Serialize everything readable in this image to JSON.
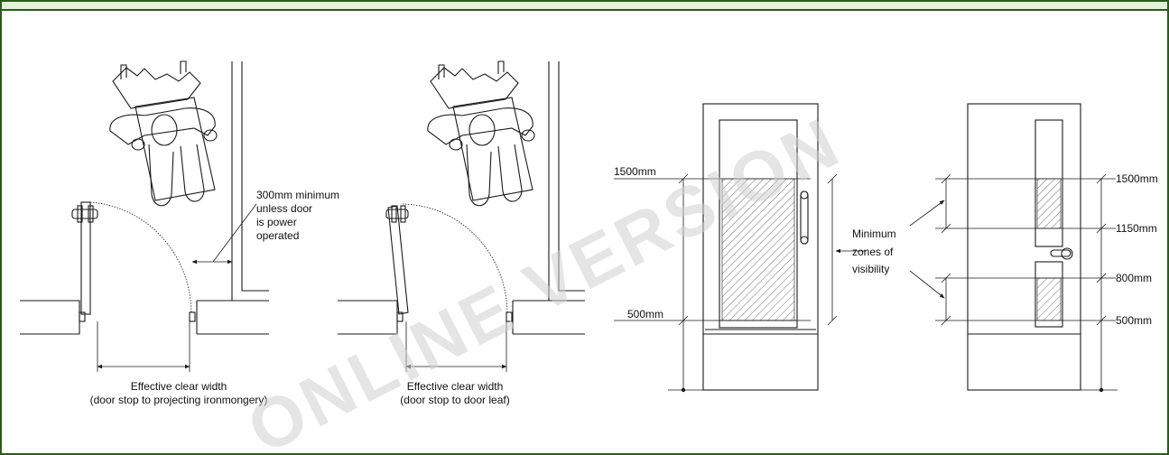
{
  "colors": {
    "band": "#e2f3d8",
    "border": "#2a5a1c",
    "ink": "#1a1a1a",
    "watermark": "#cfcfcf"
  },
  "labels": {
    "clear_width_1_line1": "Effective clear width",
    "clear_width_1_line2": "(door stop to projecting ironmongery)",
    "clear_width_2_line1": "Effective clear width",
    "clear_width_2_line2": "(door stop to door leaf)",
    "min_300_line1": "300mm minimum",
    "min_300_line2": "unless door",
    "min_300_line3": "is power",
    "min_300_line4": "operated",
    "zones_line1": "Minimum",
    "zones_line2": "zones of",
    "zones_line3": "visibility",
    "dim_1500_left": "1500mm",
    "dim_500_left": "500mm",
    "dim_1500_right": "1500mm",
    "dim_1150_right": "1150mm",
    "dim_800_right": "800mm",
    "dim_500_right": "500mm"
  },
  "watermark": "ONLINE VERSION"
}
